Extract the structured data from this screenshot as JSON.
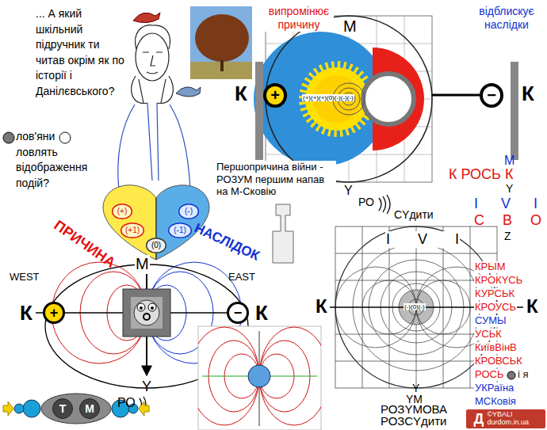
{
  "diagram": {
    "nodes": [
      {
        "text": [
          "+"
        ]
      },
      {
        "text": [
          "−"
        ]
      },
      {
        "text": [
          "(+)"
        ]
      },
      {
        "text": [
          "(+1)"
        ]
      },
      {
        "text": [
          "(0)"
        ]
      },
      {
        "text": [
          "(-1)"
        ]
      },
      {
        "text": [
          "(-)"
        ]
      },
      {
        "text": [
          "+"
        ]
      },
      {
        "text": [
          "−"
        ]
      },
      {
        "text": [
          "Т"
        ]
      },
      {
        "text": [
          "М"
        ]
      },
      {
        "text": [
          "Д",
          "©YBALI durdom.in.ua"
        ]
      }
    ],
    "labels": [
      "... А який шкільний підручник ти читав окрім як по історії і Данілєвського?",
      "лов'яни ловлять відображення подій?",
      "випромінює причину",
      "відблискує наслідки",
      "М",
      "К",
      "К",
      "(+)(+)(+)(0)(-)(-)(-)",
      "Y",
      "РО",
      "СYдити",
      "Першопричина війни - РОЗУМ першим напав на М-Сковію",
      "ПРИЧИНА",
      "НАСЛІДОК",
      "М",
      "WEST",
      "EAST",
      "К",
      "К",
      "Y",
      "РО",
      "М",
      "К РОСЬ К",
      "Y",
      "I V I",
      "С В О",
      "Z",
      "I V I",
      "(-)(0)(-)",
      "К",
      "К",
      "Y",
      "YМ",
      "РОЗYМОВА",
      "РОЗСYдити",
      "КРЫМ",
      "КРОКYСЬ",
      "КУРСЬК",
      "КРОУСЬ",
      "СУМЫ",
      "УСЬК",
      "КиївВінВ",
      "КРОВСЬК",
      "РОСЬ",
      "і я",
      "УКРаїна",
      "МСКовія"
    ]
  }
}
